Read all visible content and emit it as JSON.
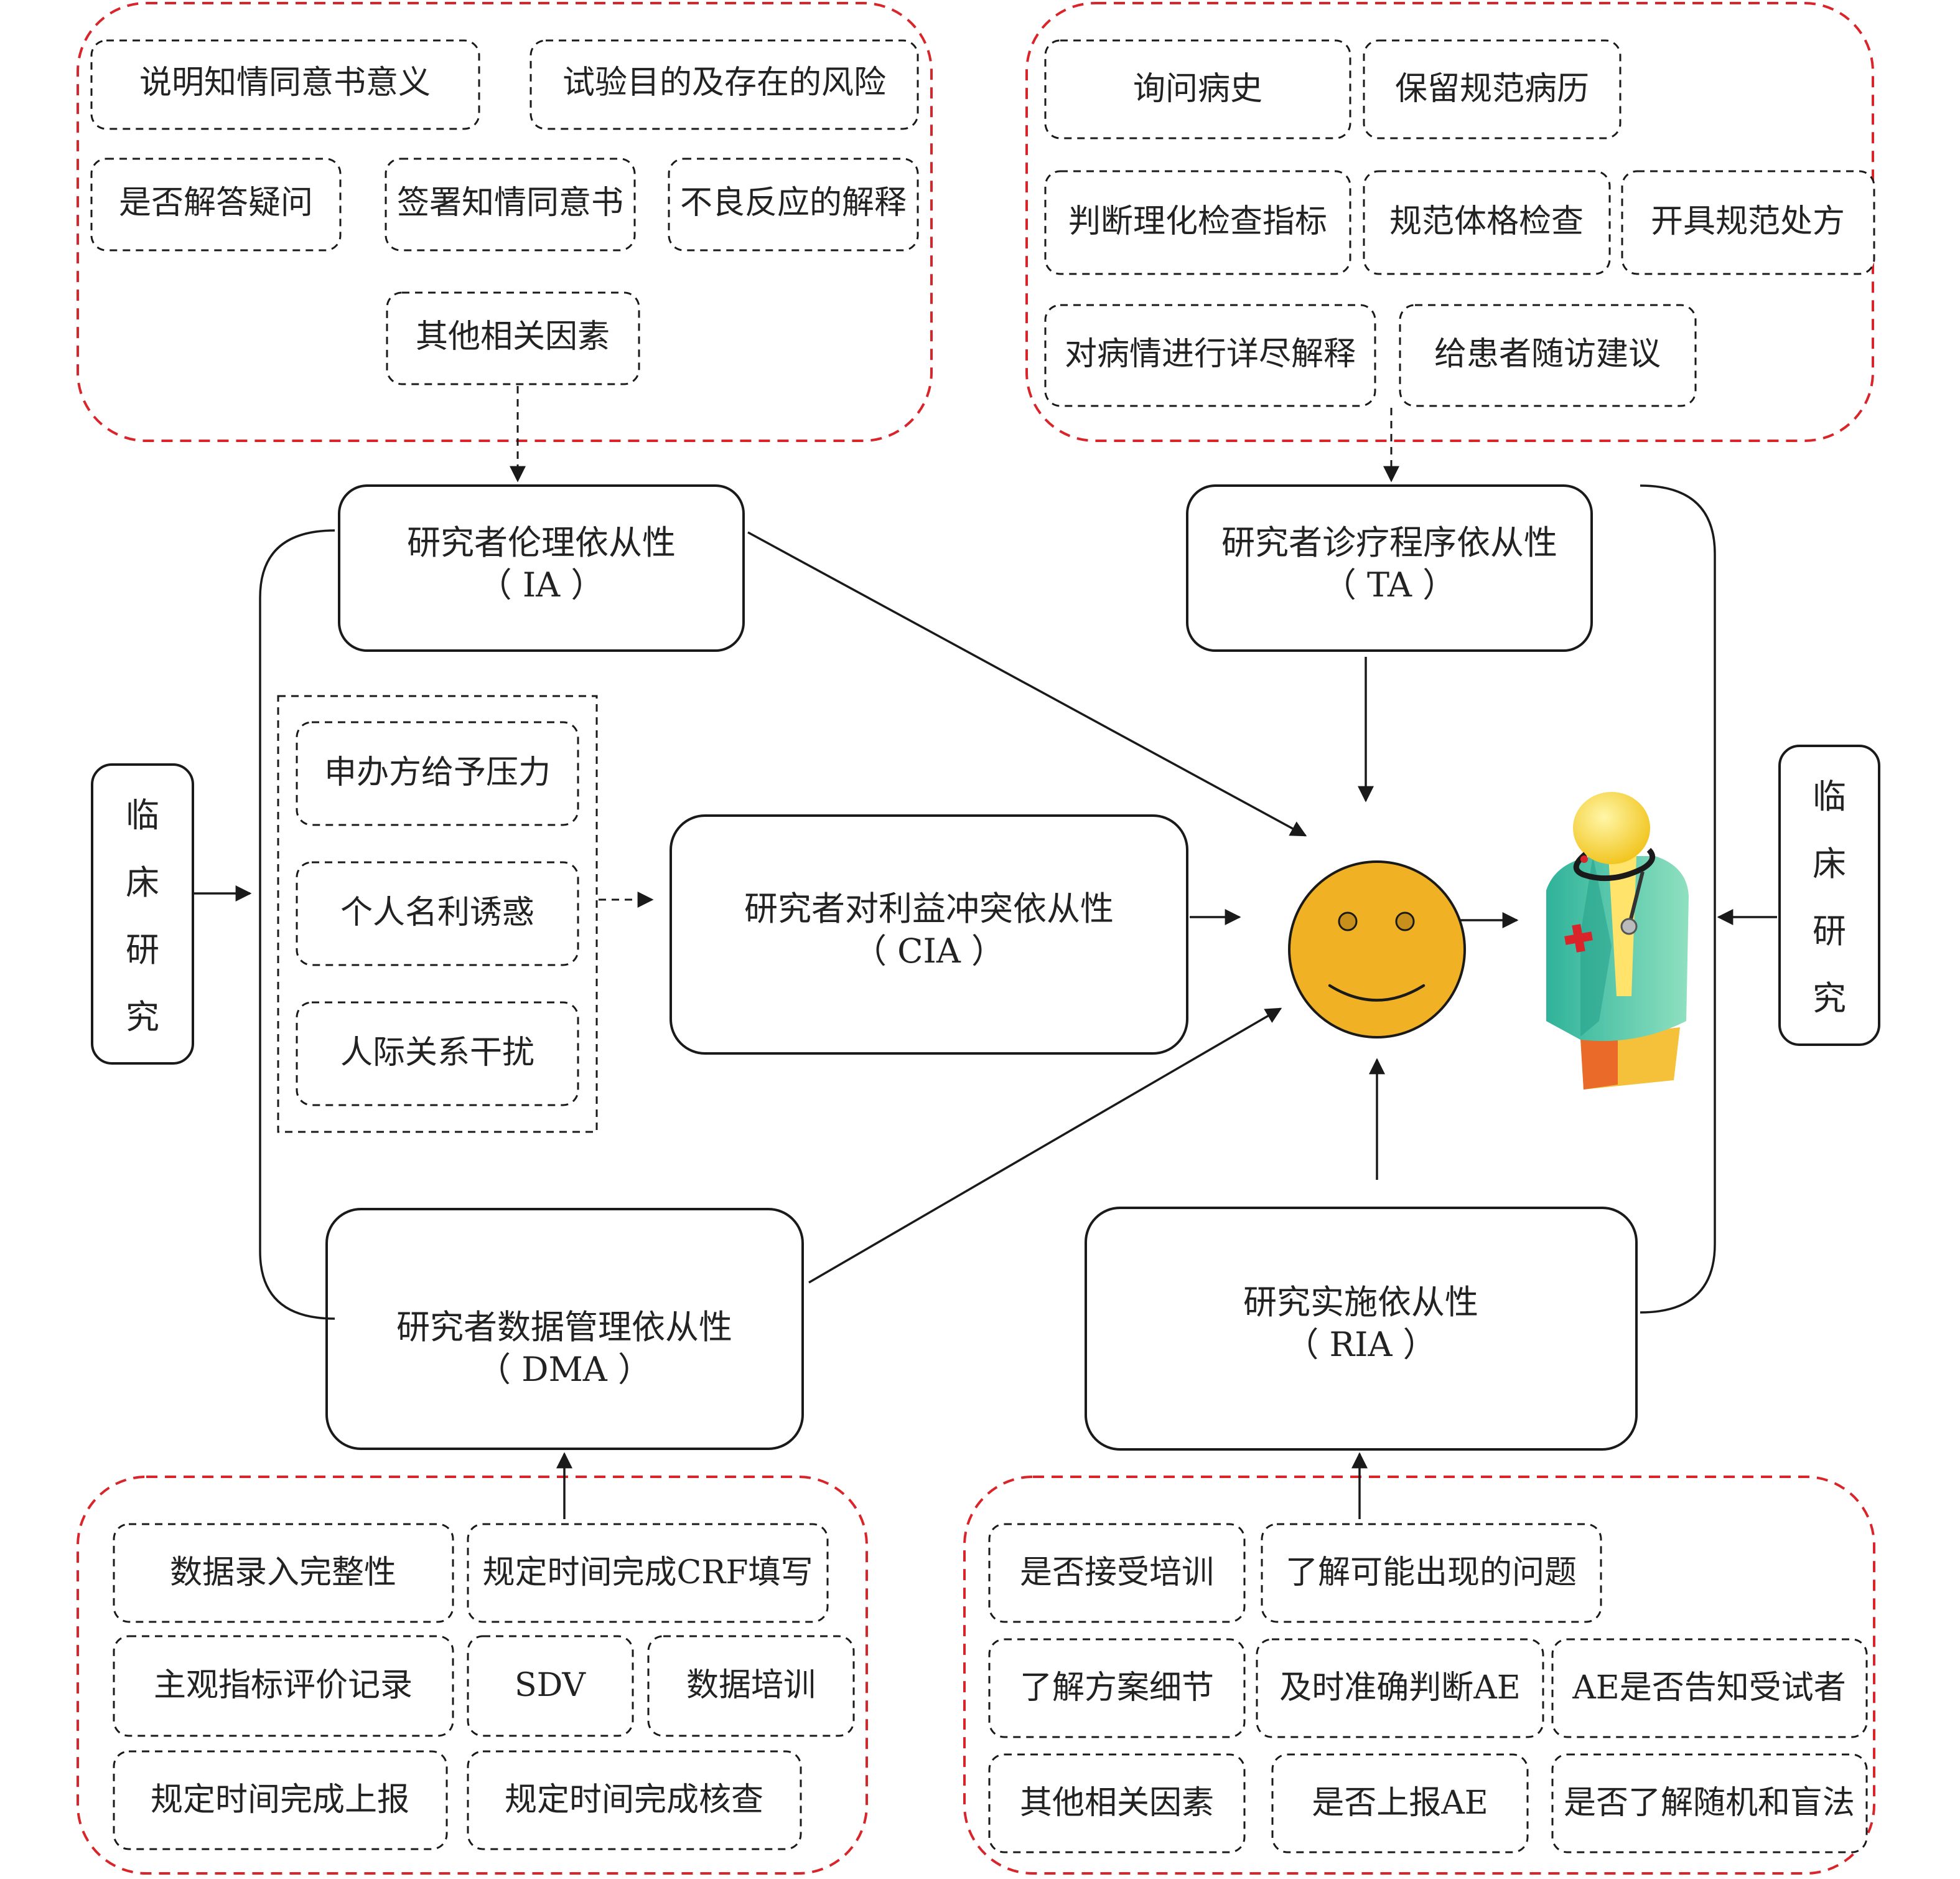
{
  "top_left_group": {
    "items": [
      "说明知情同意书意义",
      "试验目的及存在的风险",
      "是否解答疑问",
      "签署知情同意书",
      "不良反应的解释",
      "其他相关因素"
    ]
  },
  "top_right_group": {
    "items": [
      "询问病史",
      "保留规范病历",
      "判断理化检查指标",
      "规范体格检查",
      "开具规范处方",
      "对病情进行详尽解释",
      "给患者随访建议"
    ]
  },
  "middle_left_group": {
    "items": [
      "申办方给予压力",
      "个人名利诱惑",
      "人际关系干扰"
    ]
  },
  "bottom_left_group": {
    "items": [
      "数据录入完整性",
      "规定时间完成CRF填写",
      "主观指标评价记录",
      "SDV",
      "数据培训",
      "规定时间完成上报",
      "规定时间完成核查"
    ]
  },
  "bottom_right_group": {
    "items": [
      "是否接受培训",
      "了解可能出现的问题",
      "了解方案细节",
      "及时准确判断AE",
      "AE是否告知受试者",
      "其他相关因素",
      "是否上报AE",
      "是否了解随机和盲法"
    ]
  },
  "nodes": {
    "ia": {
      "title": "研究者伦理依从性",
      "abbr": "（ IA ）"
    },
    "ta": {
      "title": "研究者诊疗程序依从性",
      "abbr": "（ TA ）"
    },
    "cia": {
      "title": "研究者对利益冲突依从性",
      "abbr": "（ CIA ）"
    },
    "dma": {
      "title": "研究者数据管理依从性",
      "abbr": "（ DMA ）"
    },
    "ria": {
      "title": "研究实施依从性",
      "abbr": "（ RIA ）"
    }
  },
  "side_labels": {
    "left": [
      "临",
      "床",
      "研",
      "究"
    ],
    "right": [
      "临",
      "床",
      "研",
      "究"
    ]
  },
  "colors": {
    "group_border": "#d9242a",
    "smiley_face": "#f0b224",
    "line": "#1a1a1a"
  },
  "icons": {
    "center": "smiley-face-icon",
    "patient": "doctor-figure-icon"
  }
}
